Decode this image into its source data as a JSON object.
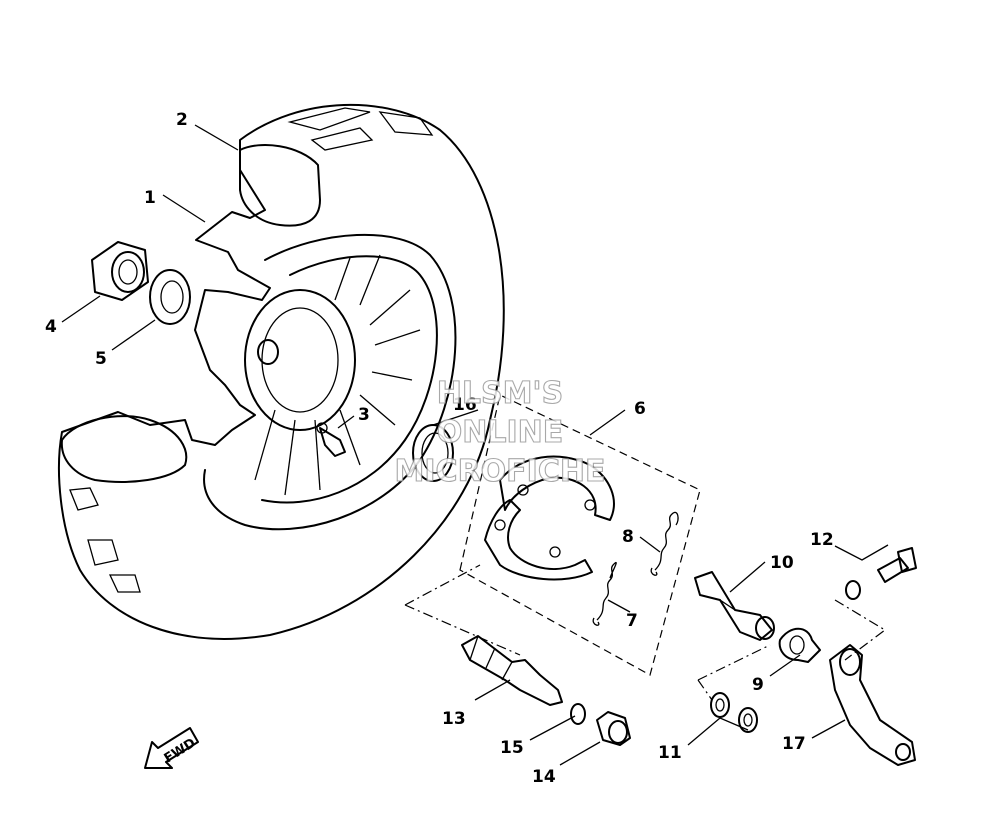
{
  "callouts": {
    "c1": "1",
    "c2": "2",
    "c3": "3",
    "c4": "4",
    "c5": "5",
    "c6": "6",
    "c7": "7",
    "c8": "8",
    "c9": "9",
    "c10": "10",
    "c11": "11",
    "c12": "12",
    "c13": "13",
    "c14": "14",
    "c15": "15",
    "c16": "16",
    "c17": "17"
  },
  "watermark": {
    "line1": "HLSM'S",
    "line2": "ONLINE",
    "line3": "MICROFICHE"
  },
  "direction_arrow": {
    "label": "FWD"
  }
}
